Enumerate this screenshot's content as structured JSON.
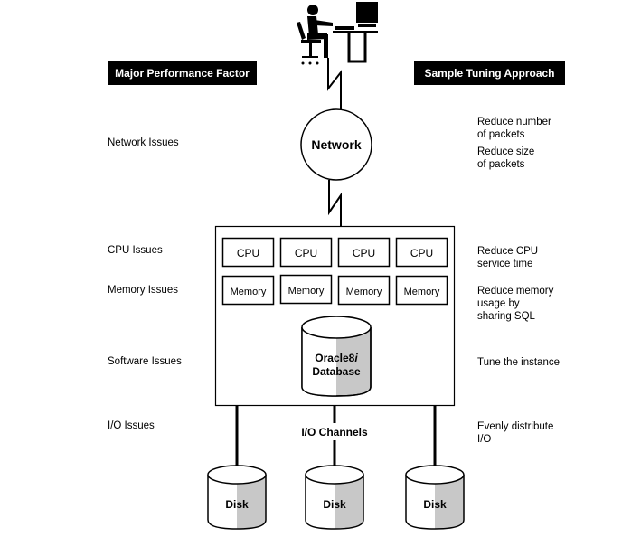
{
  "headers": {
    "left": "Major Performance Factor",
    "right": "Sample Tuning Approach"
  },
  "factors": [
    {
      "key": "network",
      "label": "Network Issues",
      "approach": "Reduce number\nof packets"
    },
    {
      "key": "network2",
      "label": "",
      "approach": "Reduce size\nof packets"
    },
    {
      "key": "cpu",
      "label": "CPU Issues",
      "approach": "Reduce CPU\nservice time"
    },
    {
      "key": "memory",
      "label": "Memory Issues",
      "approach": "Reduce memory\nusage by\nsharing SQL"
    },
    {
      "key": "software",
      "label": "Software Issues",
      "approach": "Tune the instance"
    },
    {
      "key": "io",
      "label": "I/O Issues",
      "approach": "Evenly distribute\nI/O"
    }
  ],
  "diagram": {
    "network_label": "Network",
    "cpus": [
      "CPU",
      "CPU",
      "CPU",
      "CPU"
    ],
    "memories": [
      "Memory",
      "Memory",
      "Memory",
      "Memory"
    ],
    "database_line1": "Oracle8",
    "database_italic": "i",
    "database_line2": "Database",
    "io_channels_label": "I/O Channels",
    "disks": [
      "Disk",
      "Disk",
      "Disk"
    ],
    "icons": {
      "user": "user-at-computer-icon",
      "lightning": "network-link-zigzag"
    }
  }
}
